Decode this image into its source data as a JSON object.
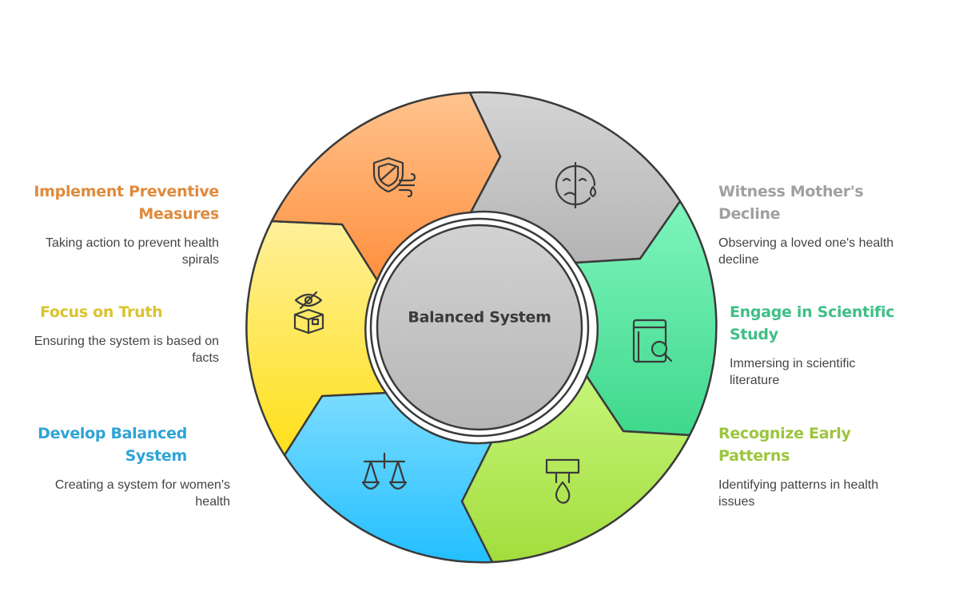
{
  "diagram": {
    "center": {
      "label": "Balanced System"
    },
    "steps": [
      {
        "id": "witness",
        "title": "Witness Mother's Decline",
        "desc": "Observing a loved one's health decline",
        "color": "#A0A0A0",
        "icon": "crying-face-icon"
      },
      {
        "id": "engage",
        "title": "Engage in Scientific Study",
        "desc": "Immersing in scientific literature",
        "color": "#3FBF86",
        "icon": "book-search-icon"
      },
      {
        "id": "recognize",
        "title": "Recognize Early Patterns",
        "desc": "Identifying patterns in health issues",
        "color": "#9BC53D",
        "icon": "lamp-drop-icon"
      },
      {
        "id": "develop",
        "title": "Develop Balanced System",
        "desc": "Creating a system for women's health",
        "color": "#2FA3D6",
        "icon": "scales-icon"
      },
      {
        "id": "focus",
        "title": "Focus on Truth",
        "desc": "Ensuring the system is based on facts",
        "color": "#D9C332",
        "icon": "eye-box-icon"
      },
      {
        "id": "implement",
        "title": "Implement Preventive Measures",
        "desc": "Taking action to prevent health spirals",
        "color": "#E08A3C",
        "icon": "shield-wind-icon"
      }
    ]
  }
}
